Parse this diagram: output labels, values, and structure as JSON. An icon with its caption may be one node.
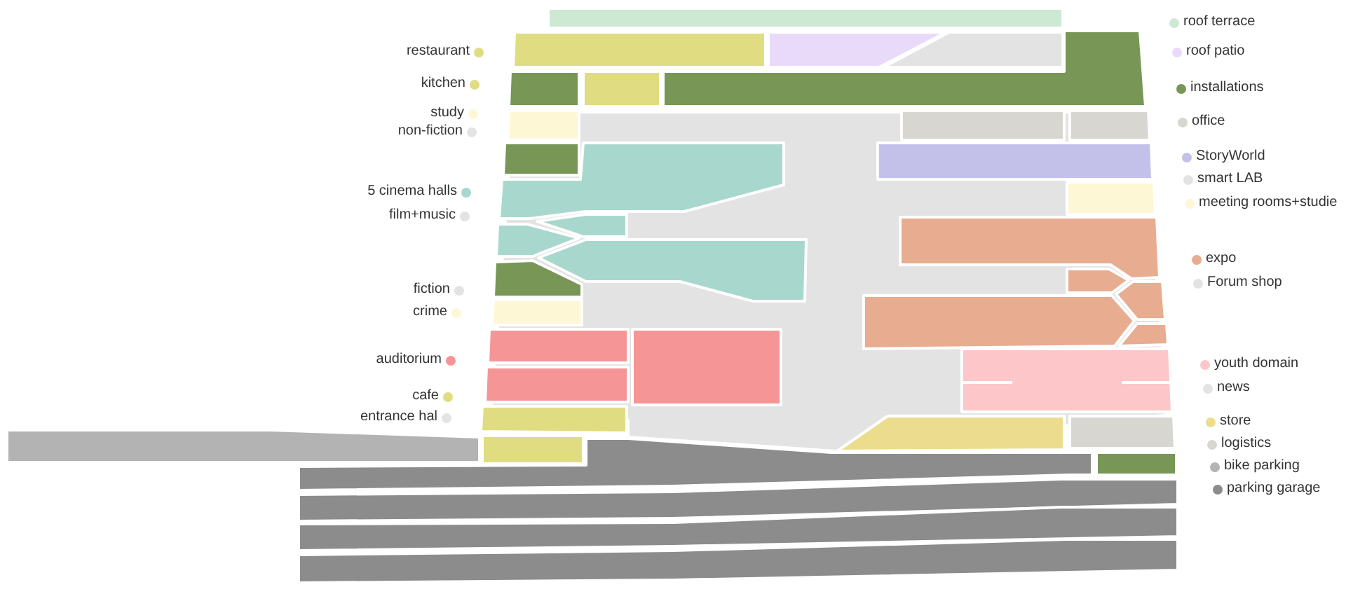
{
  "diagram": {
    "legend": [
      {
        "text": "restaurant",
        "color": "#e0dc82"
      },
      {
        "text": "kitchen",
        "color": "#e0dc82"
      },
      {
        "text": "study",
        "color": "#fef7d6"
      },
      {
        "text": "non-fiction",
        "color": "#e3e3e3"
      },
      {
        "text": "5 cinema halls",
        "color": "#a8d8cd"
      },
      {
        "text": "film+music",
        "color": "#e3e3e3"
      },
      {
        "text": "fiction",
        "color": "#e3e3e3"
      },
      {
        "text": "crime",
        "color": "#fef7d6"
      },
      {
        "text": "auditorium",
        "color": "#f69595"
      },
      {
        "text": "cafe",
        "color": "#e0dc82"
      },
      {
        "text": "entrance hal",
        "color": "#e3e3e3"
      },
      {
        "text": "roof terrace",
        "color": "#cde9d4"
      },
      {
        "text": "roof patio",
        "color": "#e9dafa"
      },
      {
        "text": "installations",
        "color": "#789656"
      },
      {
        "text": "office",
        "color": "#d8d6d0"
      },
      {
        "text": "StoryWorld",
        "color": "#c3c0ea"
      },
      {
        "text": "smart LAB",
        "color": "#e3e3e3"
      },
      {
        "text": "meeting rooms+studie",
        "color": "#fef7d6"
      },
      {
        "text": "expo",
        "color": "#e8ac90"
      },
      {
        "text": "Forum shop",
        "color": "#e3e3e3"
      },
      {
        "text": "youth domain",
        "color": "#fdc6c8"
      },
      {
        "text": "news",
        "color": "#e3e3e3"
      },
      {
        "text": "store",
        "color": "#ecdd8e"
      },
      {
        "text": "logistics",
        "color": "#d8d6d0"
      },
      {
        "text": "bike parking",
        "color": "#b3b3b3"
      },
      {
        "text": "parking garage",
        "color": "#8c8c8c"
      }
    ]
  }
}
